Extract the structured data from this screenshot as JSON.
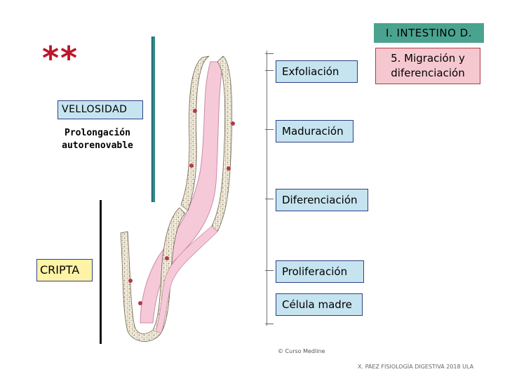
{
  "title": "I. INTESTINO D.",
  "stars": "**",
  "step": {
    "line1": "5. Migración y",
    "line2": "diferenciación"
  },
  "vellosidad": "VELLOSIDAD",
  "prolongacion": {
    "line1": "Prolongación",
    "line2": "autorenovable"
  },
  "cripta": "CRIPTA",
  "labels": {
    "exfoliacion": "Exfoliación",
    "maduracion": "Maduración",
    "diferenciacion": "Diferenciación",
    "proliferacion": "Proliferación",
    "celula_madre": "Célula madre"
  },
  "copyright": "© Curso Medline",
  "footer": "X. PÁEZ  FISIOLOGÍA DIGESTIVA 2018  ULA",
  "colors": {
    "title_bg": "#4aa38f",
    "label_bg": "#c6e4ef",
    "crypt_bg": "#fff3a6",
    "step_bg": "#f5c8cf",
    "stars": "#c0162b",
    "villus_bar": "#2e8b84"
  }
}
